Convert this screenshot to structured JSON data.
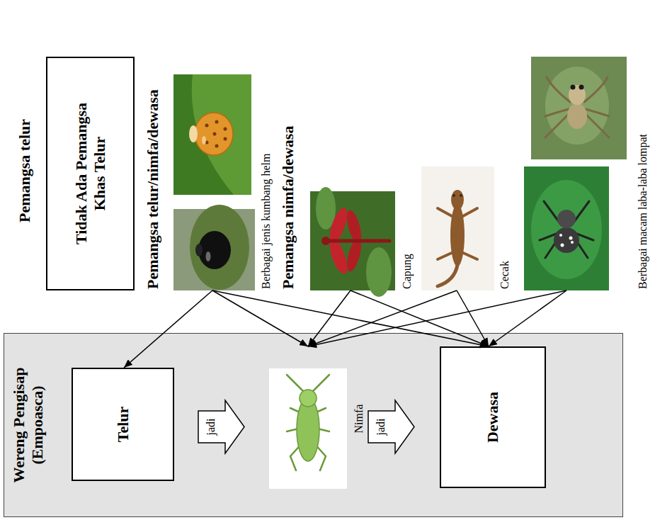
{
  "diagram": {
    "nodes": [
      {
        "text": [
          "Wereng Pengisap (Empoasca)"
        ]
      },
      {
        "text": [
          "Telur"
        ],
        "in": 0
      },
      {
        "text": [
          "Nimfa"
        ],
        "in": 0
      },
      {
        "text": [
          "Dewasa"
        ],
        "in": 0
      },
      {
        "text": [
          "Tidak Ada Pemangsa Khas Telur"
        ]
      },
      {
        "text": [
          "Berbagai jenis kumbang helm"
        ]
      },
      {
        "text": [
          "Capung"
        ]
      },
      {
        "text": [
          "Cecak"
        ]
      },
      {
        "text": [
          "Berbagai macam laba-laba lompat"
        ]
      }
    ],
    "edges": [
      {
        "from": 5,
        "to": 1,
        "arrow": "to"
      },
      {
        "from": 5,
        "to": 2,
        "arrow": "to"
      },
      {
        "from": 5,
        "to": 3,
        "arrow": "to"
      },
      {
        "from": 6,
        "to": 2,
        "arrow": "to"
      },
      {
        "from": 6,
        "to": 3,
        "arrow": "to"
      },
      {
        "from": 7,
        "to": 2,
        "arrow": "to"
      },
      {
        "from": 7,
        "to": 3,
        "arrow": "to"
      },
      {
        "from": 8,
        "to": 2,
        "arrow": "to"
      },
      {
        "from": 8,
        "to": 3,
        "arrow": "to"
      }
    ],
    "labels": [
      "Pemangsa telur",
      "Pemangsa telur/nimfa/dewasa",
      "Pemangsa nimfa/dewasa",
      "jadi",
      "jadi"
    ]
  }
}
